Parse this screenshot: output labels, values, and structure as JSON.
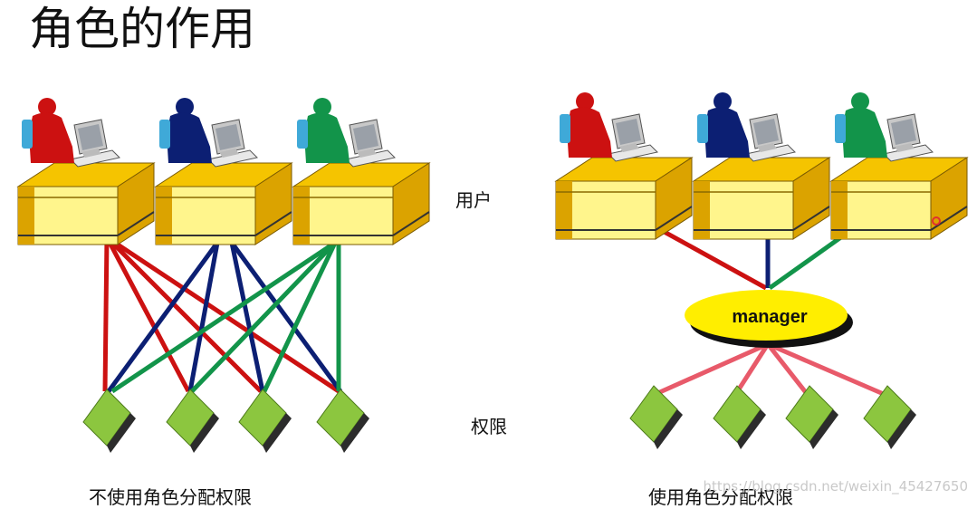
{
  "title": "角色的作用",
  "labels": {
    "users": "用户",
    "permissions": "权限"
  },
  "left_panel": {
    "caption": "不使用角色分配权限",
    "users": [
      {
        "color": "#cc1111"
      },
      {
        "color": "#0c1f73"
      },
      {
        "color": "#12944a"
      }
    ],
    "permission_count": 4
  },
  "right_panel": {
    "caption": "使用角色分配权限",
    "role_label": "manager",
    "users": [
      {
        "color": "#cc1111"
      },
      {
        "color": "#0c1f73"
      },
      {
        "color": "#12944a"
      }
    ],
    "permission_count": 4
  },
  "colors": {
    "desk_top": "#f5c400",
    "desk_front": "#fff58c",
    "desk_side": "#dba300",
    "permission_face": "#8cc63f",
    "role_fill": "#ffee00",
    "role_to_permission_line": "#e85a6a"
  },
  "watermark": "https://blog.csdn.net/weixin_45427650"
}
